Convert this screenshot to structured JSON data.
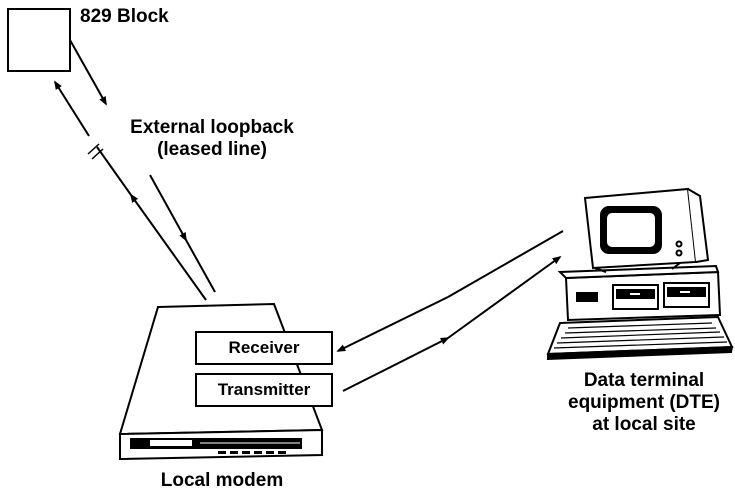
{
  "labels": {
    "block": "829 Block",
    "loopback_line1": "External loopback",
    "loopback_line2": "(leased line)",
    "dte_line1": "Data terminal",
    "dte_line2": "equipment (DTE)",
    "dte_line3": "at local site",
    "modem": "Local modem",
    "receiver": "Receiver",
    "transmitter": "Transmitter"
  }
}
